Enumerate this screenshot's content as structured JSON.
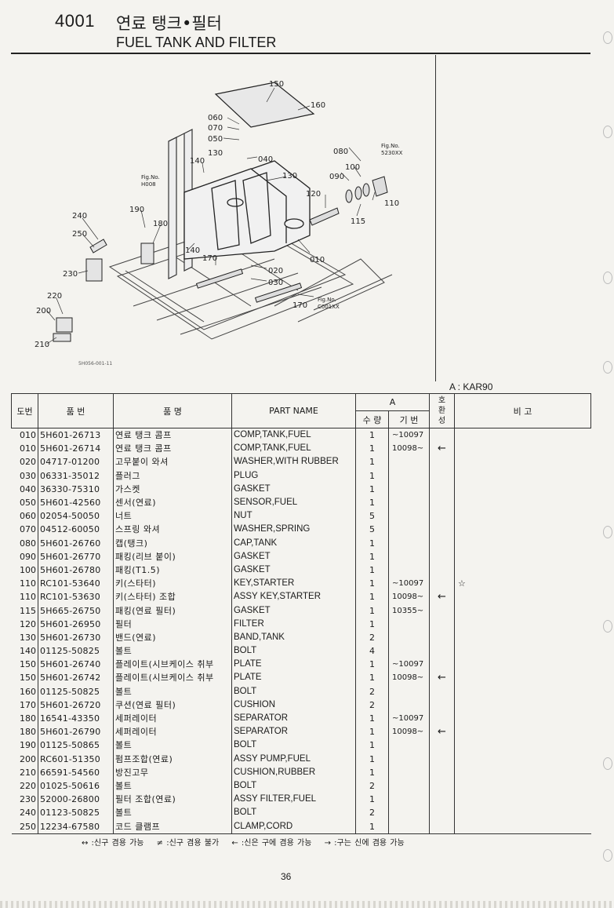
{
  "header": {
    "code": "4001",
    "title_ko": "연료 탱크•필터",
    "title_en": "FUEL TANK AND FILTER"
  },
  "diagram": {
    "callouts": [
      "150",
      "160",
      "060",
      "070",
      "050",
      "040",
      "140",
      "130",
      "130",
      "120",
      "080",
      "090",
      "100",
      "110",
      "115",
      "010",
      "020",
      "030",
      "170",
      "170",
      "190",
      "180",
      "240",
      "250",
      "230",
      "220",
      "200",
      "210",
      "140"
    ],
    "fig_refs": [
      "Fig.No. 5230XX",
      "Fig.No. H008",
      "Fig.No. C001XX"
    ],
    "fig_code": "5H056-001-11"
  },
  "model_note": "A : KAR90",
  "table": {
    "headers": {
      "ref": "도번",
      "part_no": "품    번",
      "name_ko": "품          명",
      "name_en": "PART  NAME",
      "group_a": "A",
      "qty": "수 량",
      "serial": "기 번",
      "interchange": "호 환 성",
      "remarks": "비          고"
    },
    "rows": [
      {
        "ref": "010",
        "pn": "5H601-26713",
        "ko": "연료 탱크 콤프",
        "en": "COMP,TANK,FUEL",
        "qty": "1",
        "ser": "~10097",
        "int": "",
        "rem": ""
      },
      {
        "ref": "010",
        "pn": "5H601-26714",
        "ko": "연료 탱크 콤프",
        "en": "COMP,TANK,FUEL",
        "qty": "1",
        "ser": "10098~",
        "int": "←",
        "rem": ""
      },
      {
        "ref": "020",
        "pn": "04717-01200",
        "ko": "고무붙이 와셔",
        "en": "WASHER,WITH RUBBER",
        "qty": "1",
        "ser": "",
        "int": "",
        "rem": ""
      },
      {
        "ref": "030",
        "pn": "06331-35012",
        "ko": "플러그",
        "en": "PLUG",
        "qty": "1",
        "ser": "",
        "int": "",
        "rem": ""
      },
      {
        "ref": "040",
        "pn": "36330-75310",
        "ko": "가스켓",
        "en": "GASKET",
        "qty": "1",
        "ser": "",
        "int": "",
        "rem": ""
      },
      {
        "ref": "050",
        "pn": "5H601-42560",
        "ko": "센서(연료)",
        "en": "SENSOR,FUEL",
        "qty": "1",
        "ser": "",
        "int": "",
        "rem": ""
      },
      {
        "ref": "060",
        "pn": "02054-50050",
        "ko": "너트",
        "en": "NUT",
        "qty": "5",
        "ser": "",
        "int": "",
        "rem": ""
      },
      {
        "ref": "070",
        "pn": "04512-60050",
        "ko": "스프링 와셔",
        "en": "WASHER,SPRING",
        "qty": "5",
        "ser": "",
        "int": "",
        "rem": ""
      },
      {
        "ref": "080",
        "pn": "5H601-26760",
        "ko": "캡(탱크)",
        "en": "CAP,TANK",
        "qty": "1",
        "ser": "",
        "int": "",
        "rem": ""
      },
      {
        "ref": "090",
        "pn": "5H601-26770",
        "ko": "패킹(리브 붙이)",
        "en": "GASKET",
        "qty": "1",
        "ser": "",
        "int": "",
        "rem": ""
      },
      {
        "ref": "100",
        "pn": "5H601-26780",
        "ko": "패킹(T1.5)",
        "en": "GASKET",
        "qty": "1",
        "ser": "",
        "int": "",
        "rem": ""
      },
      {
        "ref": "110",
        "pn": "RC101-53640",
        "ko": "키(스타터)",
        "en": "KEY,STARTER",
        "qty": "1",
        "ser": "~10097",
        "int": "",
        "rem": "☆"
      },
      {
        "ref": "110",
        "pn": "RC101-53630",
        "ko": "키(스타터) 조합",
        "en": "ASSY KEY,STARTER",
        "qty": "1",
        "ser": "10098~",
        "int": "←",
        "rem": ""
      },
      {
        "ref": "115",
        "pn": "5H665-26750",
        "ko": "패킹(연료 필터)",
        "en": "GASKET",
        "qty": "1",
        "ser": "10355~",
        "int": "",
        "rem": ""
      },
      {
        "ref": "120",
        "pn": "5H601-26950",
        "ko": "필터",
        "en": "FILTER",
        "qty": "1",
        "ser": "",
        "int": "",
        "rem": ""
      },
      {
        "ref": "130",
        "pn": "5H601-26730",
        "ko": "밴드(연료)",
        "en": "BAND,TANK",
        "qty": "2",
        "ser": "",
        "int": "",
        "rem": ""
      },
      {
        "ref": "140",
        "pn": "01125-50825",
        "ko": "볼트",
        "en": "BOLT",
        "qty": "4",
        "ser": "",
        "int": "",
        "rem": ""
      },
      {
        "ref": "150",
        "pn": "5H601-26740",
        "ko": "플레이트(시브케이스 취부",
        "en": "PLATE",
        "qty": "1",
        "ser": "~10097",
        "int": "",
        "rem": ""
      },
      {
        "ref": "150",
        "pn": "5H601-26742",
        "ko": "플레이트(시브케이스 취부",
        "en": "PLATE",
        "qty": "1",
        "ser": "10098~",
        "int": "←",
        "rem": ""
      },
      {
        "ref": "160",
        "pn": "01125-50825",
        "ko": "볼트",
        "en": "BOLT",
        "qty": "2",
        "ser": "",
        "int": "",
        "rem": ""
      },
      {
        "ref": "170",
        "pn": "5H601-26720",
        "ko": "쿠션(연료 필터)",
        "en": "CUSHION",
        "qty": "2",
        "ser": "",
        "int": "",
        "rem": ""
      },
      {
        "ref": "180",
        "pn": "16541-43350",
        "ko": "세퍼레이터",
        "en": "SEPARATOR",
        "qty": "1",
        "ser": "~10097",
        "int": "",
        "rem": ""
      },
      {
        "ref": "180",
        "pn": "5H601-26790",
        "ko": "세퍼레이터",
        "en": "SEPARATOR",
        "qty": "1",
        "ser": "10098~",
        "int": "←",
        "rem": ""
      },
      {
        "ref": "190",
        "pn": "01125-50865",
        "ko": "볼트",
        "en": "BOLT",
        "qty": "1",
        "ser": "",
        "int": "",
        "rem": ""
      },
      {
        "ref": "200",
        "pn": "RC601-51350",
        "ko": "펌프조합(연료)",
        "en": "ASSY PUMP,FUEL",
        "qty": "1",
        "ser": "",
        "int": "",
        "rem": ""
      },
      {
        "ref": "210",
        "pn": "66591-54560",
        "ko": "방진고무",
        "en": "CUSHION,RUBBER",
        "qty": "1",
        "ser": "",
        "int": "",
        "rem": ""
      },
      {
        "ref": "220",
        "pn": "01025-50616",
        "ko": "볼트",
        "en": "BOLT",
        "qty": "2",
        "ser": "",
        "int": "",
        "rem": ""
      },
      {
        "ref": "230",
        "pn": "52000-26800",
        "ko": "필터 조합(연료)",
        "en": "ASSY FILTER,FUEL",
        "qty": "1",
        "ser": "",
        "int": "",
        "rem": ""
      },
      {
        "ref": "240",
        "pn": "01123-50825",
        "ko": "볼트",
        "en": "BOLT",
        "qty": "2",
        "ser": "",
        "int": "",
        "rem": ""
      },
      {
        "ref": "250",
        "pn": "12234-67580",
        "ko": "코드 클램프",
        "en": "CLAMP,CORD",
        "qty": "1",
        "ser": "",
        "int": "",
        "rem": ""
      }
    ]
  },
  "legend": [
    "↔ :신구 겸용 가능",
    "≠ :신구 겸용 불가",
    "← :신은 구에 겸용 가능",
    "→ :구는 신에 겸용 가능"
  ],
  "page_number": "36"
}
